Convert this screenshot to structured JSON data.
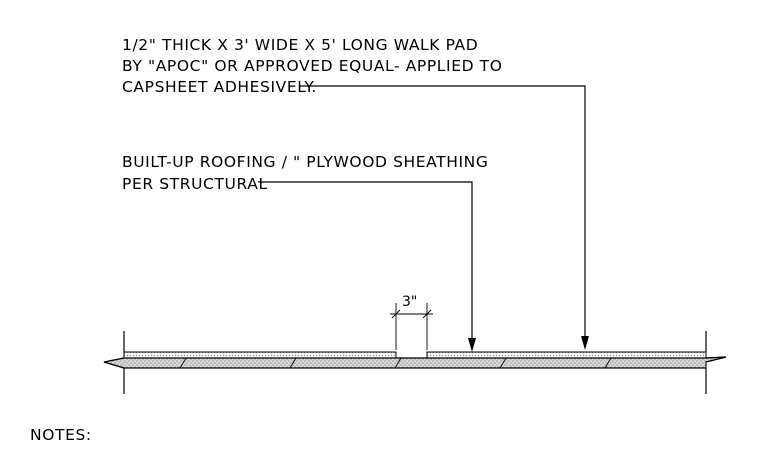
{
  "notes": {
    "walk_pad": [
      "1/2\" THICK X 3' WIDE X 5' LONG WALK PAD",
      "BY \"APOC\" OR APPROVED EQUAL- APPLIED TO",
      "CAPSHEET ADHESIVELY."
    ],
    "roofing": [
      "BUILT-UP ROOFING  /  \" PLYWOOD SHEATHING",
      "PER STRUCTURAL"
    ]
  },
  "dimension": {
    "gap_label": "3\""
  },
  "footer": {
    "notes_label": "NOTES:"
  },
  "colors": {
    "line": "#000000",
    "hatch": "#9a9a9a",
    "background": "#ffffff"
  }
}
